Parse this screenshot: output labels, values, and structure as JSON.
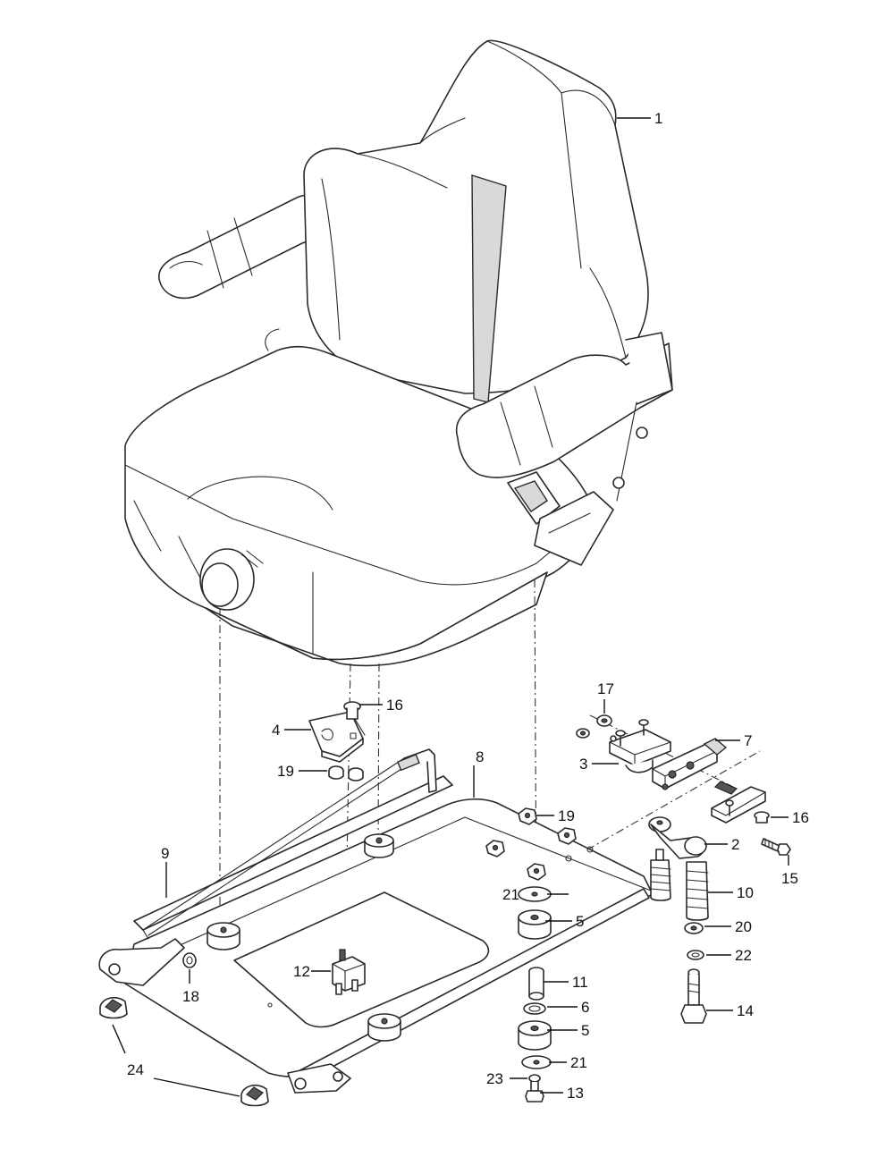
{
  "colors": {
    "line": "#2a2a2a",
    "shade": "#d9d9d9",
    "background": "#ffffff"
  },
  "callouts": [
    {
      "id": "c1",
      "label": "1"
    },
    {
      "id": "c2",
      "label": "2"
    },
    {
      "id": "c3",
      "label": "3"
    },
    {
      "id": "c4",
      "label": "4"
    },
    {
      "id": "c5a",
      "label": "5"
    },
    {
      "id": "c5b",
      "label": "5"
    },
    {
      "id": "c6",
      "label": "6"
    },
    {
      "id": "c7",
      "label": "7"
    },
    {
      "id": "c8",
      "label": "8"
    },
    {
      "id": "c9",
      "label": "9"
    },
    {
      "id": "c10",
      "label": "10"
    },
    {
      "id": "c11",
      "label": "11"
    },
    {
      "id": "c12",
      "label": "12"
    },
    {
      "id": "c13",
      "label": "13"
    },
    {
      "id": "c14",
      "label": "14"
    },
    {
      "id": "c15",
      "label": "15"
    },
    {
      "id": "c16a",
      "label": "16"
    },
    {
      "id": "c16b",
      "label": "16"
    },
    {
      "id": "c17",
      "label": "17"
    },
    {
      "id": "c18",
      "label": "18"
    },
    {
      "id": "c19a",
      "label": "19"
    },
    {
      "id": "c19b",
      "label": "19"
    },
    {
      "id": "c20",
      "label": "20"
    },
    {
      "id": "c21a",
      "label": "21"
    },
    {
      "id": "c21b",
      "label": "21"
    },
    {
      "id": "c22",
      "label": "22"
    },
    {
      "id": "c23",
      "label": "23"
    },
    {
      "id": "c24",
      "label": "24"
    }
  ]
}
